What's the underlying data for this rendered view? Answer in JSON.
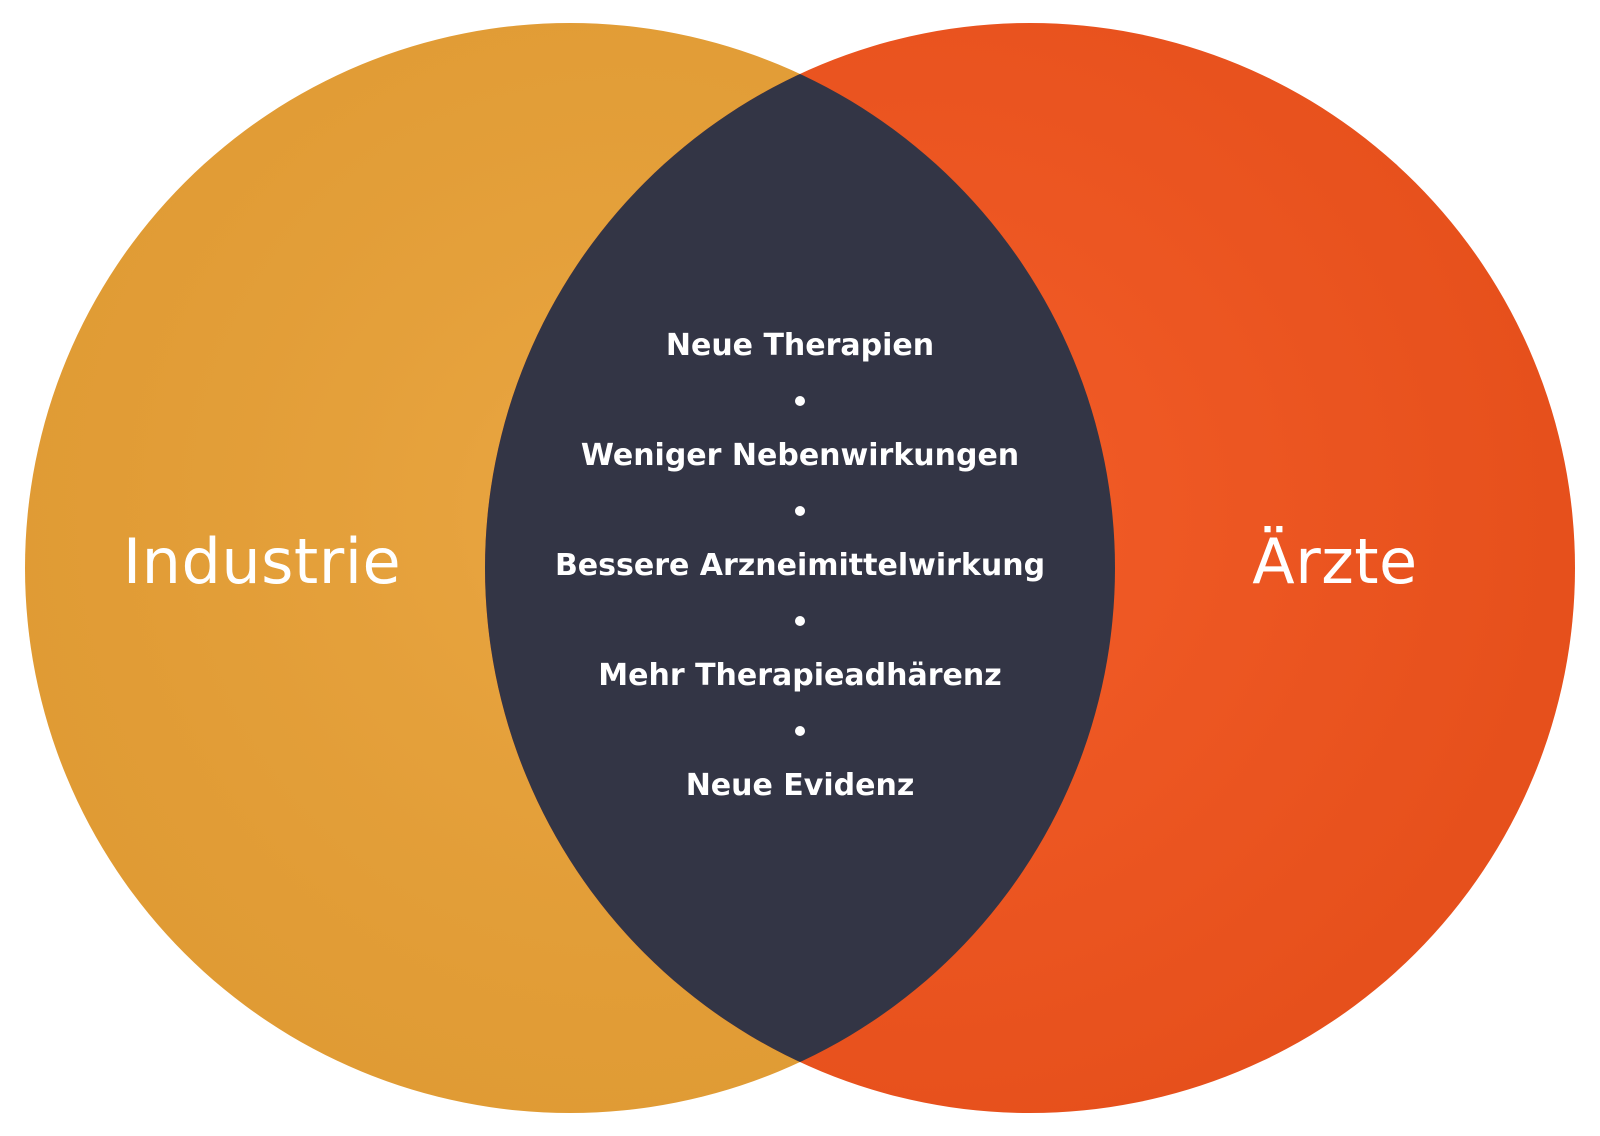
{
  "diagram": {
    "type": "venn",
    "left_set": {
      "label": "Industrie",
      "color": "#E9A136"
    },
    "right_set": {
      "label": "Ärzte",
      "color": "#F2541D"
    },
    "intersection": {
      "color": "#333545",
      "items": [
        "Neue Therapien",
        "Weniger Nebenwirkungen",
        "Bessere Arzneimittelwirkung",
        "Mehr Therapieadhärenz",
        "Neue Evidenz"
      ]
    }
  }
}
